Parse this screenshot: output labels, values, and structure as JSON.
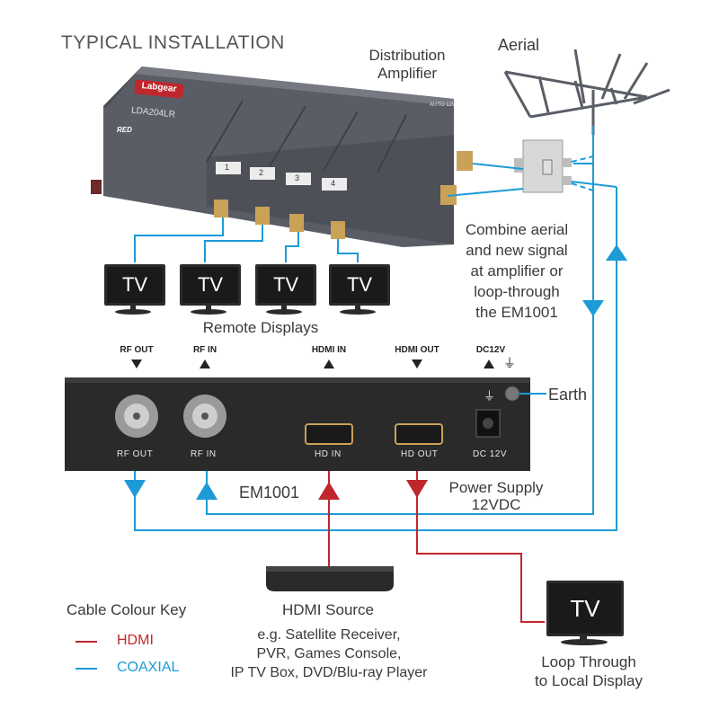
{
  "title": "TYPICAL INSTALLATION",
  "amplifier": {
    "label_line1": "Distribution",
    "label_line2": "Amplifier",
    "brand": "Labgear",
    "model": "LDA204LR",
    "red_badge": "RED",
    "auto_text": "AUTO 12V",
    "outputs": [
      "1",
      "2",
      "3",
      "4"
    ]
  },
  "aerial": {
    "label": "Aerial"
  },
  "combine_note": [
    "Combine aerial",
    "and new signal",
    "at amplifier or",
    "loop-through",
    "the EM1001"
  ],
  "tvs": {
    "remote": [
      "TV",
      "TV",
      "TV",
      "TV"
    ],
    "local": "TV"
  },
  "remote_displays_label": "Remote Displays",
  "em1001": {
    "name": "EM1001",
    "top_ports": [
      "RF OUT",
      "RF IN",
      "HDMI IN",
      "HDMI OUT",
      "DC12V"
    ],
    "face_ports": [
      "RF OUT",
      "RF IN",
      "HD IN",
      "HD OUT",
      "DC 12V"
    ],
    "earth_label": "Earth",
    "power_line1": "Power Supply",
    "power_line2": "12VDC"
  },
  "hdmi_source": {
    "title": "HDMI Source",
    "lines": [
      "e.g. Satellite Receiver,",
      "PVR, Games Console,",
      "IP TV Box, DVD/Blu-ray Player"
    ]
  },
  "loop_through": {
    "line1": "Loop Through",
    "line2": "to Local Display"
  },
  "cable_key": {
    "title": "Cable Colour Key",
    "hdmi_label": "HDMI",
    "coax_label": "COAXIAL",
    "hdmi_color": "#c0272d",
    "coax_color": "#1c9bd7"
  }
}
